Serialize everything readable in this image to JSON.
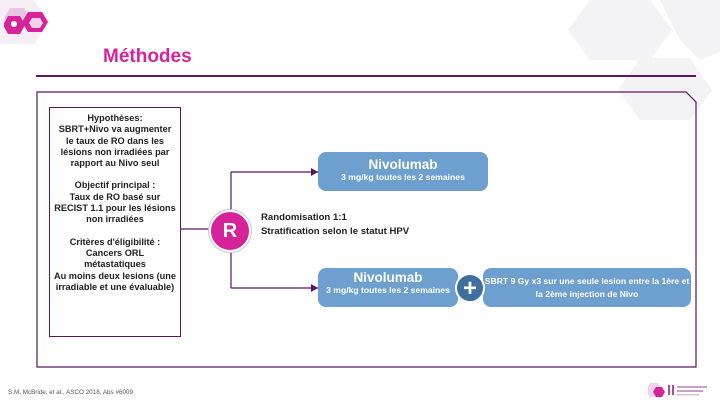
{
  "slide": {
    "title": "Méthodes"
  },
  "hypotheses_box": {
    "hypothesis_heading": "Hypothèses:",
    "hypothesis_text": "SBRT+Nivo va augmenter le taux de RO dans les lésions non irradiées par rapport au Nivo seul",
    "objective_heading": "Objectif principal :",
    "objective_text": "Taux de RO basé sur RECIST 1.1 pour les lésions non irradiées",
    "criteria_heading": "Critères d'éligibilité :",
    "criteria_line1": "Cancers ORL métastatiques",
    "criteria_line2": "Au moins deux lesions (une irradiable et une évaluable)"
  },
  "randomization": {
    "symbol": "R",
    "line1": "Randomisation 1:1",
    "line2": "Stratification selon le statut HPV"
  },
  "arm_a": {
    "drug": "Nivolumab",
    "dose": "3 mg/kg toutes les 2 semaines"
  },
  "arm_b": {
    "drug": "Nivolumab",
    "dose": "3 mg/kg toutes les 2 semaines",
    "plus_symbol": "+",
    "sbrt_text": "SBRT 9 Gy x3 sur une seule lesion entre la 1ère et la 2ème injection de Nivo"
  },
  "footer": {
    "citation": "S.M. McBride, et al., ASCO 2018, Abs #6009"
  },
  "colors": {
    "accent": "#d6239a",
    "frame": "#5b1561",
    "pill": "#6d9fcf",
    "plus": "#3e6f9e"
  }
}
